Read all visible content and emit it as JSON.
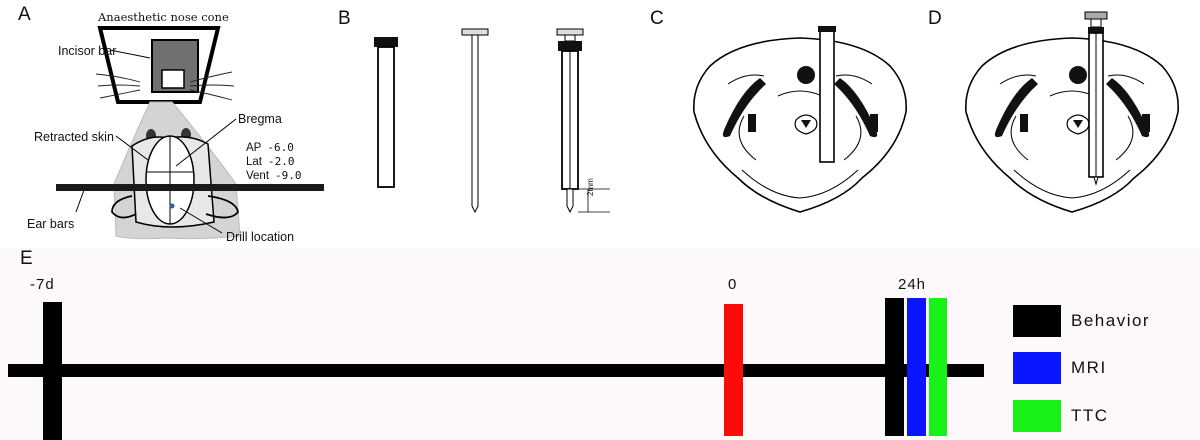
{
  "panels": {
    "a": "A",
    "b": "B",
    "c": "C",
    "d": "D",
    "e": "E"
  },
  "panel_a": {
    "nose_cone": "Anaesthetic  nose cone",
    "incisor_bar": "Incisor bar",
    "bregma": "Bregma",
    "retracted_skin": "Retracted skin",
    "ear_bars": "Ear bars",
    "drill_location": "Drill location",
    "coords": [
      {
        "name": "AP",
        "value": "-6.0"
      },
      {
        "name": "Lat",
        "value": "-2.0"
      },
      {
        "name": "Vent",
        "value": "-9.0"
      }
    ]
  },
  "panel_b": {
    "scale_label": "2mm"
  },
  "timeline": {
    "labels": {
      "start": "-7d",
      "zero": "0",
      "end": "24h"
    },
    "legend": [
      {
        "name": "Behavior",
        "color": "#000000"
      },
      {
        "name": "MRI",
        "color": "#0a16ff"
      },
      {
        "name": "TTC",
        "color": "#19f219"
      }
    ],
    "injection_color": "#ff0a0a"
  }
}
